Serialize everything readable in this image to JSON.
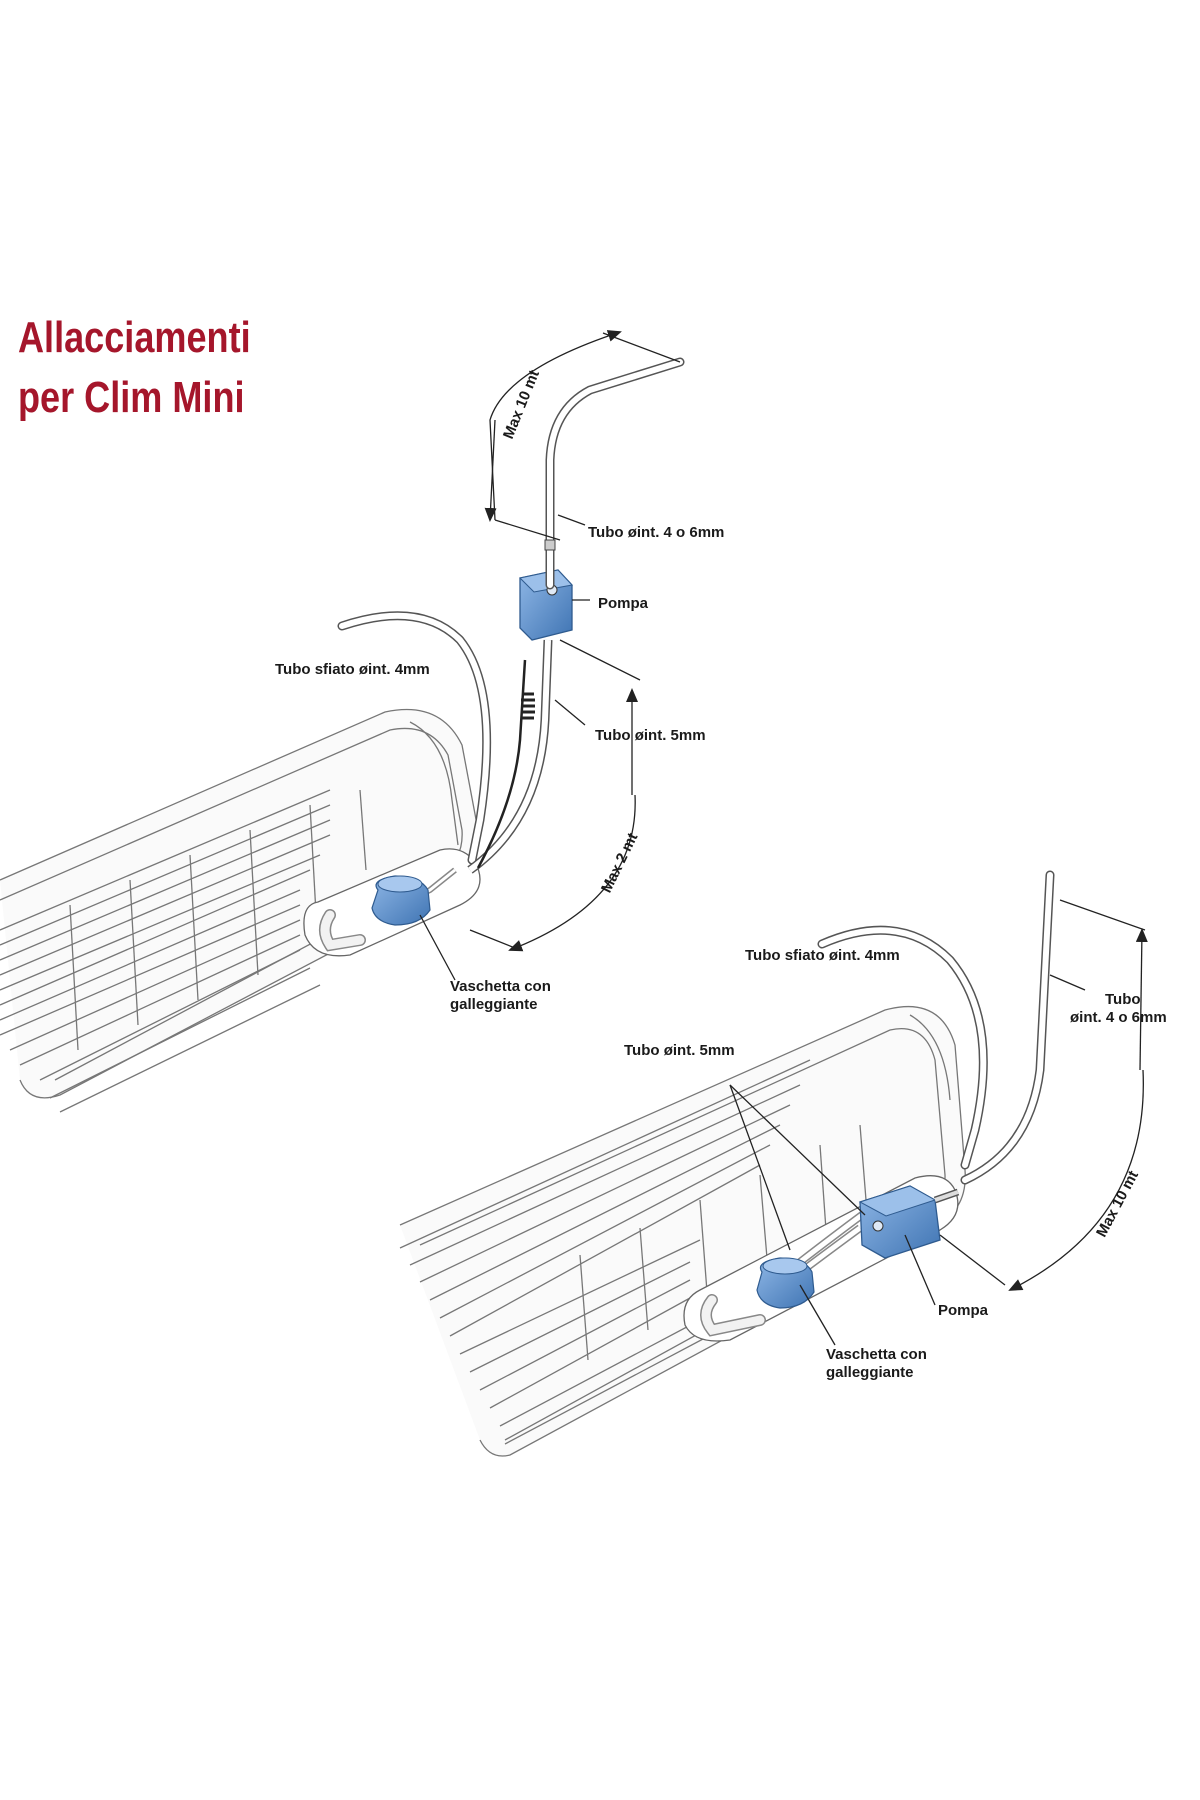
{
  "title": {
    "line1": "Allacciamenti",
    "line2": "per Clim Mini"
  },
  "diagram_top": {
    "max_10": "Max 10 mt",
    "tubo_4_6": "Tubo øint. 4 o 6mm",
    "pompa": "Pompa",
    "tubo_sfiato": "Tubo sfiato øint. 4mm",
    "tubo_5": "Tubo øint. 5mm",
    "max_2": "Max 2 mt",
    "vaschetta_l1": "Vaschetta con",
    "vaschetta_l2": "galleggiante"
  },
  "diagram_bottom": {
    "tubo_sfiato": "Tubo sfiato øint. 4mm",
    "tubo_l1": "Tubo",
    "tubo_l2": "øint. 4 o 6mm",
    "tubo_5": "Tubo øint. 5mm",
    "max_10": "Max 10 mt",
    "pompa": "Pompa",
    "vaschetta_l1": "Vaschetta con",
    "vaschetta_l2": "galleggiante"
  },
  "colors": {
    "title": "#a5162b",
    "pump_blue": "#5b8fc9",
    "line": "#444444"
  }
}
